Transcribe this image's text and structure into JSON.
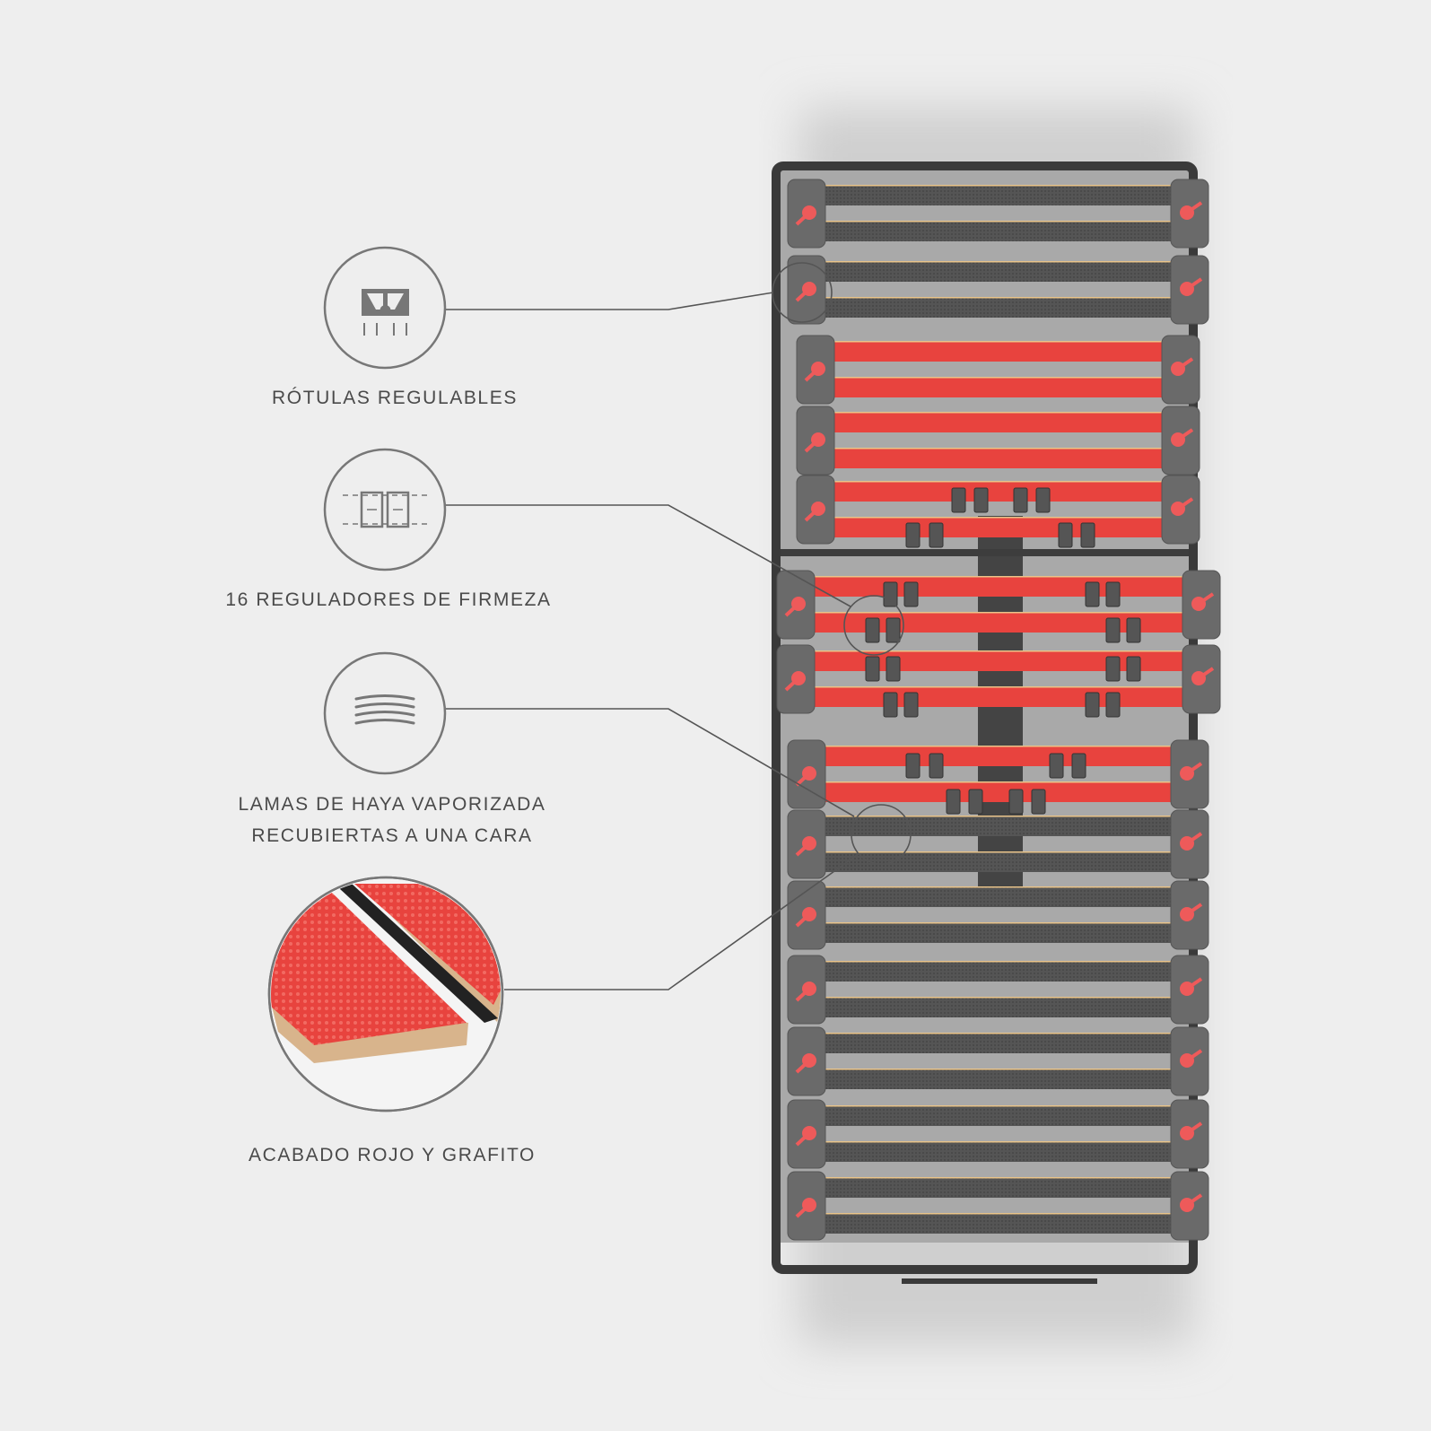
{
  "features": [
    {
      "label": "RÓTULAS REGULABLES",
      "icon": "adjustable-joint-icon"
    },
    {
      "label": "16 REGULADORES DE FIRMEZA",
      "icon": "firmness-regulator-icon"
    },
    {
      "label_line1": "LAMAS DE HAYA VAPORIZADA",
      "label_line2": "RECUBIERTAS A UNA CARA",
      "icon": "slats-icon"
    },
    {
      "label": "ACABADO ROJO Y GRAFITO",
      "icon": "slat-finish-photo"
    }
  ],
  "colors": {
    "background": "#eeeeee",
    "red_slat": "#e8433e",
    "graphite_slat": "#5a5a5a",
    "frame": "#3a3a3a",
    "line": "#555555"
  }
}
